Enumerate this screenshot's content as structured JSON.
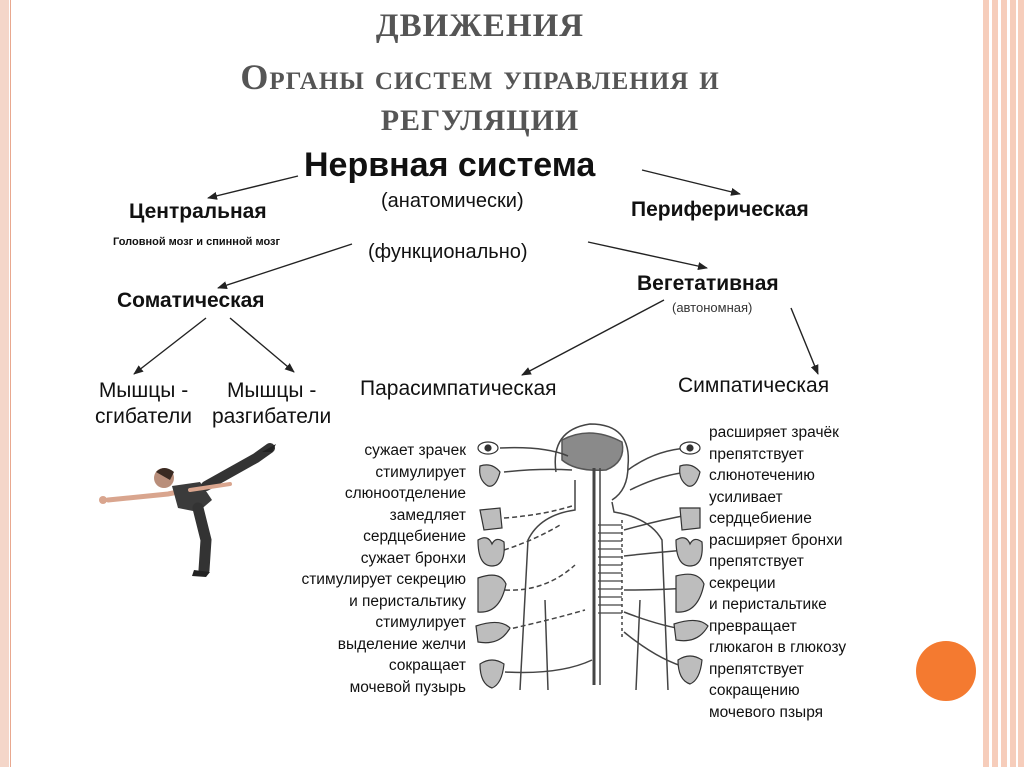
{
  "title": {
    "line1": "движения",
    "line2": "Органы систем управления и",
    "line3": "регуляции"
  },
  "diagram": {
    "root": "Нервная система",
    "anatomical": "(анатомически)",
    "functional": "(функционально)",
    "central": "Центральная",
    "central_sub": "Головной мозг и спинной мозг",
    "peripheral": "Периферическая",
    "somatic": "Соматическая",
    "autonomic": "Вегетативная",
    "autonomic_sub": "(автономная)",
    "flexors": [
      "Мышцы -",
      "сгибатели"
    ],
    "extensors": [
      "Мышцы -",
      "разгибатели"
    ],
    "parasympathetic": "Парасимпатическая",
    "sympathetic": "Симпатическая"
  },
  "parasympathetic_effects": [
    "сужает зрачек",
    "стимулирует",
    "слюноотделение",
    "замедляет",
    "сердцебиение",
    "сужает бронхи",
    "стимулирует секрецию",
    "и перистальтику",
    "стимулирует",
    "выделение желчи",
    "сокращает",
    "мочевой пузырь"
  ],
  "sympathetic_effects": [
    "расширяет зрачёк",
    "препятствует",
    "слюнотечению",
    "усиливает",
    "сердцебиение",
    "расширяет бронхи",
    "препятствует",
    "секреции",
    "и перистальтике",
    "превращает",
    "глюкагон в глюкозу",
    "препятствует",
    "сокращению",
    "мочевого пзыря"
  ],
  "colors": {
    "frame_stripe": "#f4c7b4",
    "accent_dot": "#f47a30",
    "title": "#555555"
  }
}
